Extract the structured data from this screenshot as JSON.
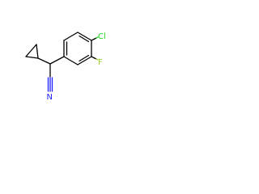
{
  "molecule": {
    "atoms": {
      "chlorine": "Cl",
      "fluorine": "F",
      "nitrogen": "N"
    }
  },
  "colors": {
    "bond": "#000000",
    "chlorine": "#1fd01f",
    "fluorine": "#9acd32",
    "nitrogen": "#1f1fff"
  }
}
